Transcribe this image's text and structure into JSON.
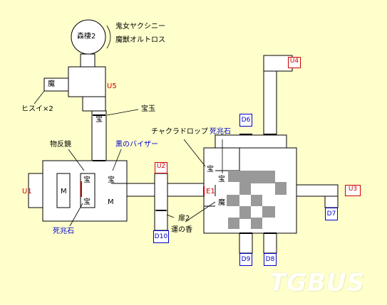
{
  "map": {
    "room_top_label": "森棲2",
    "enemies_top": [
      "鬼女ヤクシニー",
      "魔獣オルトロス"
    ],
    "room_left_top_label": "魔",
    "hisui": "ヒスイ×2",
    "u5": "U5",
    "hougyoku": "宝玉",
    "buttai": "物反鏡",
    "kuro": "黒のバイザー",
    "takara": "宝",
    "M": "M",
    "u1": "U1",
    "shichouseki": "死兆石",
    "u2": "U2",
    "d10": "D10",
    "tobira": "扉2",
    "unnoka": "運の香",
    "chakura": "チャクラドロップ",
    "shichouseki2": "死兆石",
    "e1": "E1",
    "ma": "魔",
    "d6": "D6",
    "u4": "U4",
    "u3": "U3",
    "d7": "D7",
    "d9": "D9",
    "d8": "D8",
    "watermark": "TGBUS"
  },
  "colors": {
    "background": "#ffffcc",
    "floor": "#ffffff",
    "damage": "#999999",
    "door": "#cc0000",
    "blue_box": "#0000cc",
    "red_box": "#cc0000"
  }
}
